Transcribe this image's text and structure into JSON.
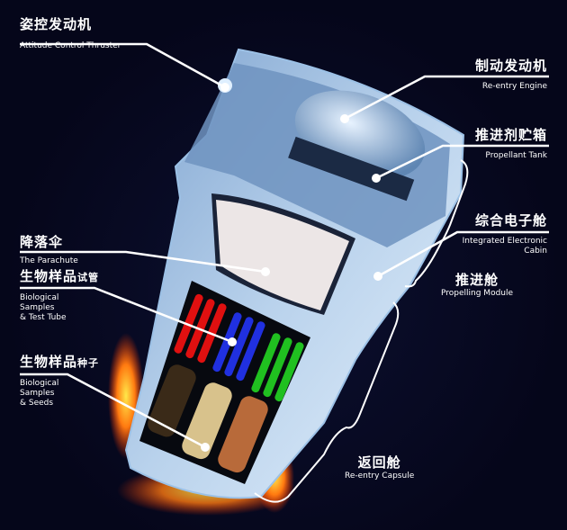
{
  "labels": {
    "attitude": {
      "zh": "姿控发动机",
      "en": "Attitude Control Thruster"
    },
    "reentry_engine": {
      "zh": "制动发动机",
      "en": "Re-entry Engine"
    },
    "propellant_tank": {
      "zh": "推进剂贮箱",
      "en": "Propellant Tank"
    },
    "electronic_cabin": {
      "zh": "综合电子舱",
      "en1": "Integrated Electronic",
      "en2": "Cabin"
    },
    "propelling_module": {
      "zh": "推进舱",
      "en": "Propelling Module"
    },
    "parachute": {
      "zh": "降落伞",
      "en": "The Parachute"
    },
    "test_tube": {
      "zh": "生物样品",
      "zh_small": "试管",
      "en1": "Biological",
      "en2": "Samples",
      "en3": "& Test Tube"
    },
    "seeds": {
      "zh": "生物样品",
      "zh_small": "种子",
      "en1": "Biological",
      "en2": "Samples",
      "en3": "& Seeds"
    },
    "reentry_capsule": {
      "zh": "返回舱",
      "en": "Re-entry Capsule"
    }
  },
  "colors": {
    "hull": "#cfe3f5",
    "hull_dark": "#5d86b8",
    "background": "#05061a",
    "leader": "#ffffff"
  }
}
